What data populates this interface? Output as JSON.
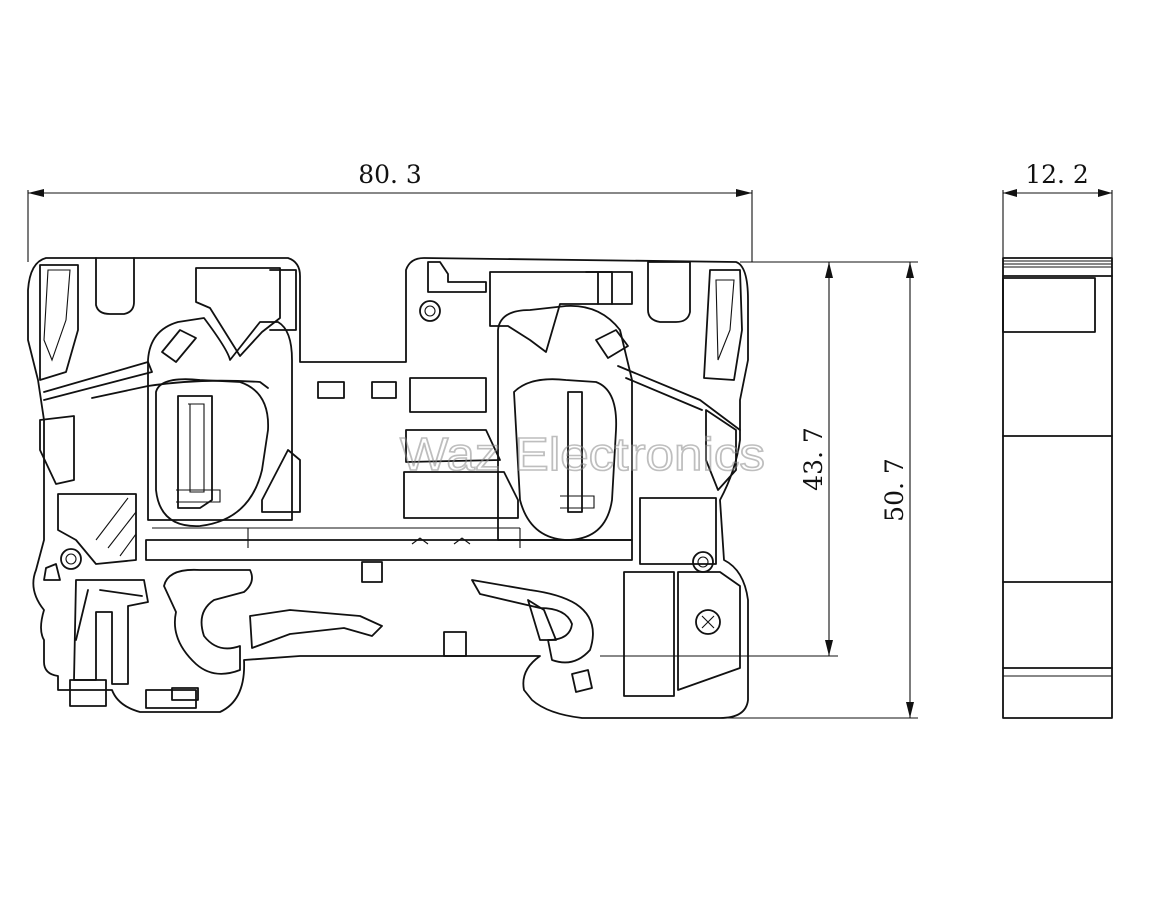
{
  "dimensions": {
    "overall_length": "80. 3",
    "width": "12. 2",
    "inner_height": "43. 7",
    "overall_height": "50. 7"
  },
  "watermark": "Waz Electronics"
}
